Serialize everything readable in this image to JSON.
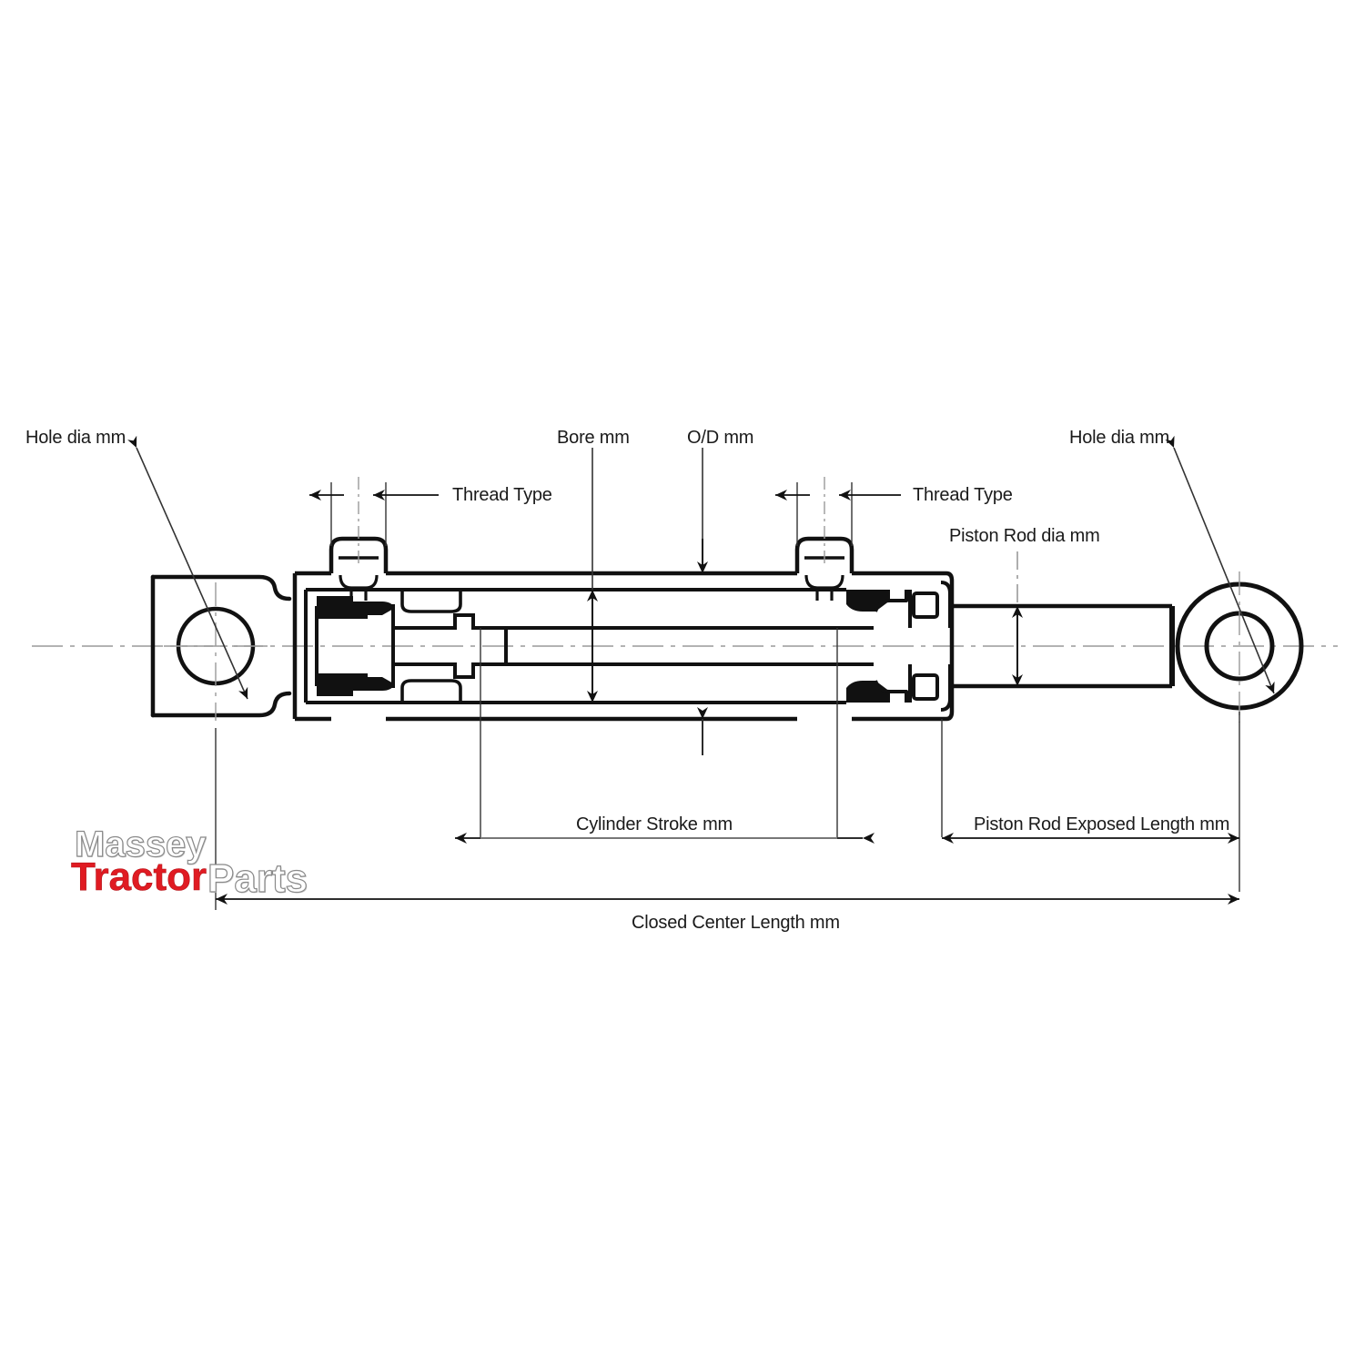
{
  "diagram": {
    "title": "Hydraulic Cylinder Dimension Diagram",
    "line_color": "#111111",
    "centerline_color": "#9a9a9a",
    "thin_line_color": "#4a4a4a",
    "background": "#ffffff"
  },
  "labels": {
    "hole_dia_left": "Hole dia mm",
    "hole_dia_right": "Hole dia mm",
    "bore": "Bore mm",
    "od": "O/D mm",
    "thread_type_left": "Thread Type",
    "thread_type_right": "Thread Type",
    "piston_rod_dia": "Piston Rod dia mm",
    "cylinder_stroke": "Cylinder Stroke mm",
    "piston_rod_exposed_length": "Piston Rod Exposed Length mm",
    "closed_center_length": "Closed Center Length mm"
  },
  "watermark": {
    "line1": "Massey",
    "line2_red": "Tractor",
    "line2_grey": "Parts",
    "red_hex": "#e01b22",
    "grey_hex": "#c9c9c9"
  }
}
